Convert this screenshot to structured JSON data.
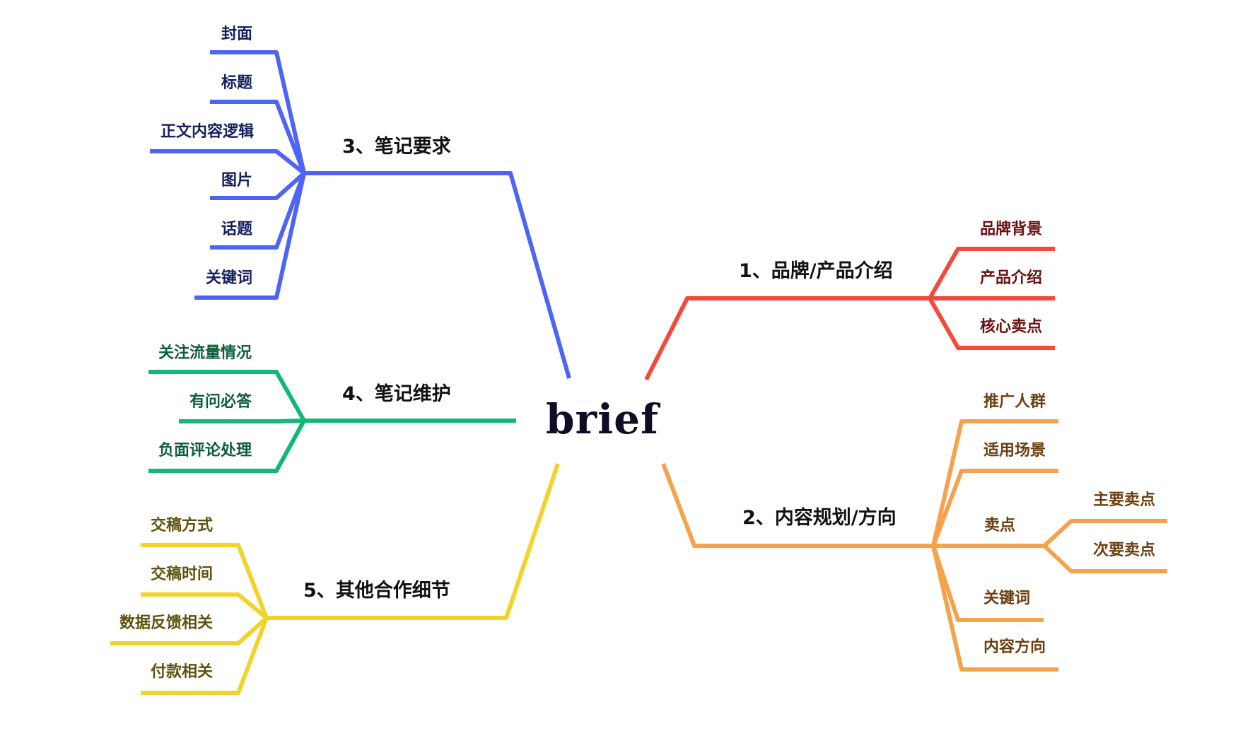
{
  "center": {
    "label": "brief"
  },
  "colors": {
    "blue": "#4d64f5",
    "green": "#12b87a",
    "yellow": "#f2d32b",
    "red": "#f44a3c",
    "orange": "#f5a24c"
  },
  "branches": {
    "b1": {
      "title": "1、品牌/产品介绍",
      "children": [
        "品牌背景",
        "产品介绍",
        "核心卖点"
      ]
    },
    "b2": {
      "title": "2、内容规划/方向",
      "children": [
        "推广人群",
        "适用场景",
        "卖点",
        "关键词",
        "内容方向"
      ],
      "sub": [
        "主要卖点",
        "次要卖点"
      ]
    },
    "b3": {
      "title": "3、笔记要求",
      "children": [
        "封面",
        "标题",
        "正文内容逻辑",
        "图片",
        "话题",
        "关键词"
      ]
    },
    "b4": {
      "title": "4、笔记维护",
      "children": [
        "关注流量情况",
        "有问必答",
        "负面评论处理"
      ]
    },
    "b5": {
      "title": "5、其他合作细节",
      "children": [
        "交稿方式",
        "交稿时间",
        "数据反馈相关",
        "付款相关"
      ]
    }
  }
}
